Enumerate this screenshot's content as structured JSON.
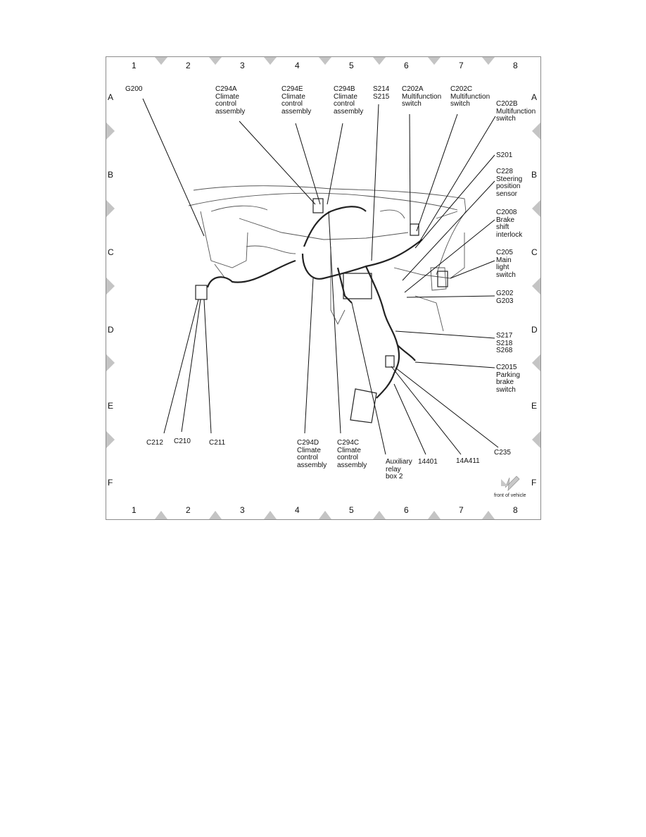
{
  "grid": {
    "columns": [
      "1",
      "2",
      "3",
      "4",
      "5",
      "6",
      "7",
      "8"
    ],
    "rows": [
      "A",
      "B",
      "C",
      "D",
      "E",
      "F"
    ]
  },
  "labels": {
    "g200": "G200",
    "c294a": "C294A\nClimate\ncontrol\nassembly",
    "c294e": "C294E\nClimate\ncontrol\nassembly",
    "c294b": "C294B\nClimate\ncontrol\nassembly",
    "s214": "S214\nS215",
    "c202a": "C202A\nMultifunction\nswitch",
    "c202c": "C202C\nMultifunction\nswitch",
    "c202b": "C202B\nMultifunction\nswitch",
    "s201": "S201",
    "c228": "C228\nSteering\nposition\nsensor",
    "c2008": "C2008\nBrake\nshift\ninterlock",
    "c205": "C205\nMain\nlight\nswitch",
    "g202": "G202\nG203",
    "s217": "S217\nS218\nS268",
    "c2015": "C2015\nParking\nbrake\nswitch",
    "c212": "C212",
    "c210": "C210",
    "c211": "C211",
    "c294d": "C294D\nClimate\ncontrol\nassembly",
    "c294c": "C294C\nClimate\ncontrol\nassembly",
    "aux": "Auxiliary\nrelay\nbox 2",
    "n14401": "14401",
    "n14a411": "14A411",
    "c235": "C235",
    "front": "front of vehicle"
  },
  "colors": {
    "line": "#111111",
    "drawing": "#555555",
    "marker": "#c4c4c4",
    "frame": "#8c8c8c"
  }
}
